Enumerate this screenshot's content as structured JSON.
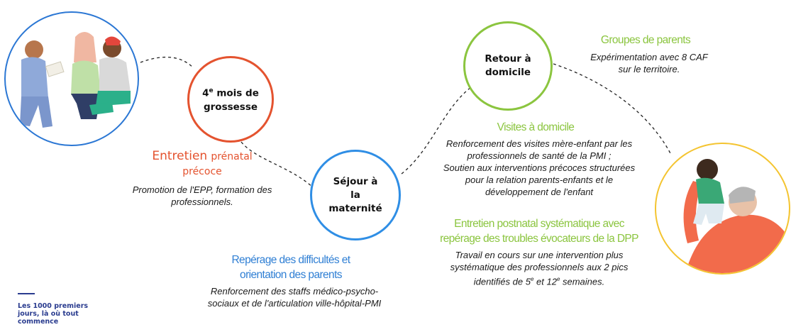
{
  "circles": {
    "grossesse": {
      "line1": "4e mois de",
      "line2": "grossesse"
    },
    "maternite": {
      "line1": "Séjour à",
      "line2": "la",
      "line3": "maternité"
    },
    "domicile": {
      "line1": "Retour à",
      "line2": "domicile"
    }
  },
  "entretien_prenatal": {
    "title_part1": "Entretien",
    "title_part2": "prénatal",
    "title_part3": "précoce",
    "desc_line1": "Promotion de l'EPP, formation des",
    "desc_line2": "professionnels."
  },
  "reperage": {
    "title_line1": "Repérage des difficultés et",
    "title_line2": "orientation des parents",
    "desc_line1": "Renforcement des staffs médico-psycho-",
    "desc_line2": "sociaux et de l'articulation ville-hôpital-PMI"
  },
  "groupes": {
    "title": "Groupes de parents",
    "desc_line1": "Expérimentation avec 8 CAF",
    "desc_line2": "sur le territoire."
  },
  "visites": {
    "title": "Visites à domicile",
    "desc_line1": "Renforcement des visites mère-enfant par les",
    "desc_line2": "professionnels de santé de la PMI ;",
    "desc_line3": "Soutien aux interventions précoces structurées",
    "desc_line4": "pour la relation parents-enfants et le",
    "desc_line5": "développement de l'enfant"
  },
  "postnatal": {
    "title_line1": "Entretien postnatal systématique avec",
    "title_line2": "repérage des troubles évocateurs de la DPP",
    "desc_line1": "Travail en cours sur une intervention plus",
    "desc_line2": "systématique des professionnels aux 2 pics",
    "desc_line3_a": "identifiés de 5",
    "desc_line3_sup1": "e",
    "desc_line3_b": " et 12",
    "desc_line3_sup2": "e",
    "desc_line3_c": " semaines."
  },
  "brand": {
    "line1": "Les 1000 premiers",
    "line2": "jours, là où tout",
    "line3": "commence"
  },
  "colors": {
    "red": "#e4532f",
    "blue": "#2f8ee5",
    "green": "#8bc53f",
    "yellow": "#f4c430",
    "navy": "#2a3c8f"
  }
}
